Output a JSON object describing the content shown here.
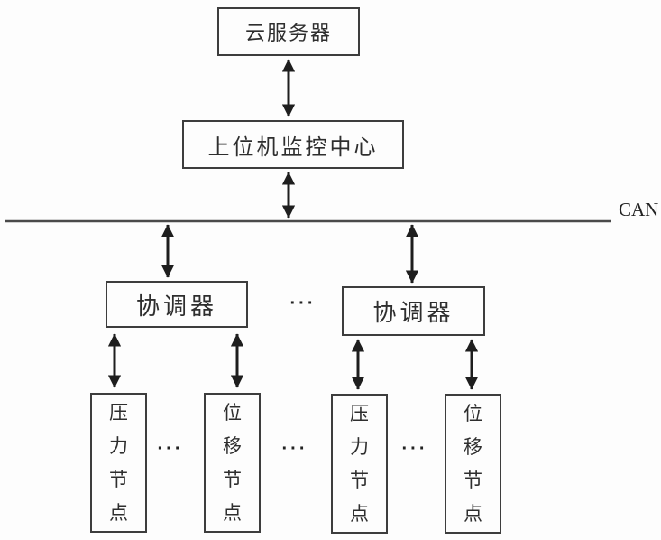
{
  "diagram": {
    "title_semantic": "CAN bus sensor network architecture diagram",
    "cloud_server": {
      "label": "云服务器"
    },
    "monitor_center": {
      "label": "上位机监控中心"
    },
    "can_bus": {
      "label": "CAN"
    },
    "coordinators": [
      {
        "label": "协调器"
      },
      {
        "label": "协调器"
      }
    ],
    "coordinator_ellipsis": "···",
    "nodes": [
      {
        "label": "压力节点"
      },
      {
        "label": "位移节点"
      },
      {
        "label": "压力节点"
      },
      {
        "label": "位移节点"
      }
    ],
    "node_ellipses": [
      "···",
      "···",
      "···"
    ],
    "colors": {
      "background": "#fdfdfd",
      "box_border": "#3d3d3d",
      "arrow": "#1e1e1e",
      "can_line": "#4a4a4a",
      "text": "#2e2e2e"
    }
  }
}
